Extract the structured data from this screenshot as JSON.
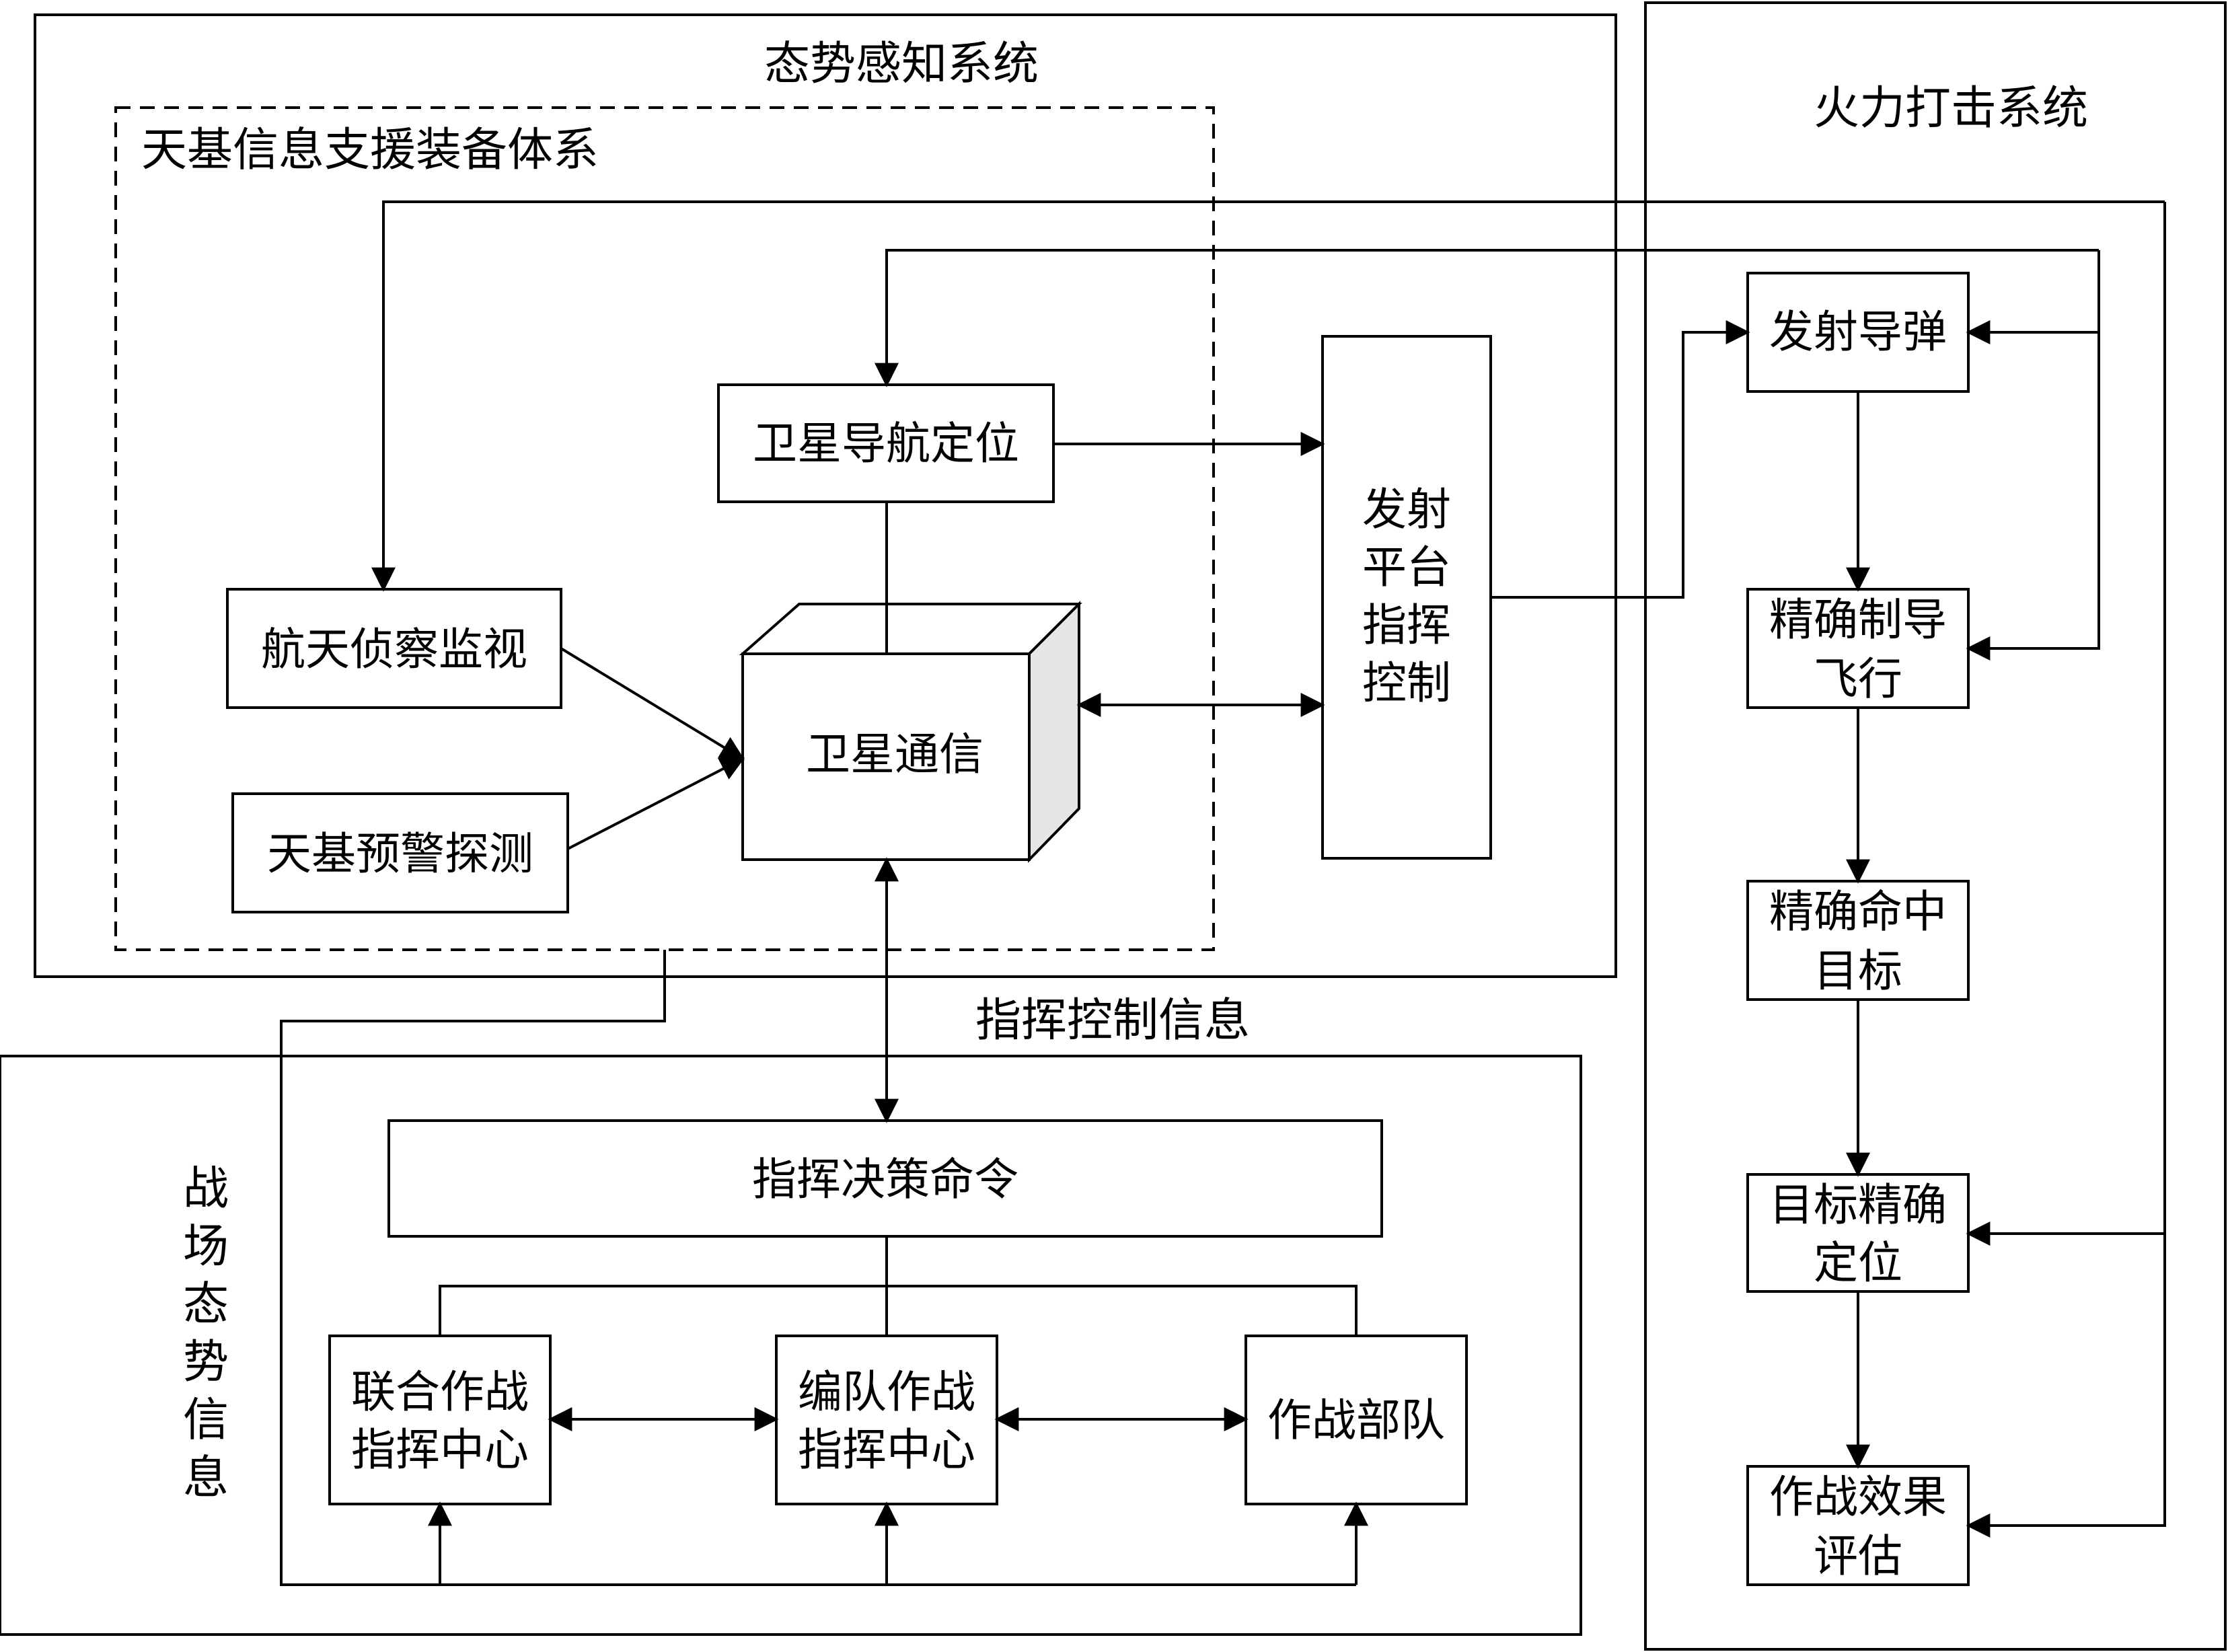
{
  "regions": {
    "situation_awareness": "态势感知系统",
    "space_info_support": "天基信息支援装备体系",
    "fire_strike": "火力打击系统",
    "command_info": "指挥控制信息",
    "battlefield_info_chars": [
      "战",
      "场",
      "态",
      "势",
      "信",
      "息"
    ]
  },
  "nodes": {
    "sat_nav": "卫星导航定位",
    "space_recon": "航天侦察监视",
    "space_warning": "天基预警探测",
    "sat_comm": "卫星通信",
    "launch_platform_lines": [
      "发射",
      "平台",
      "指挥",
      "控制"
    ],
    "launch_missile": "发射导弹",
    "precise_flight_lines": [
      "精确制导",
      "飞行"
    ],
    "precise_hit_lines": [
      "精确命中",
      "目标"
    ],
    "target_locate_lines": [
      "目标精确",
      "定位"
    ],
    "effect_eval_lines": [
      "作战效果",
      "评估"
    ],
    "command_decision": "指挥决策命令",
    "joint_center_lines": [
      "联合作战",
      "指挥中心"
    ],
    "formation_center_lines": [
      "编队作战",
      "指挥中心"
    ],
    "combat_units": "作战部队"
  }
}
